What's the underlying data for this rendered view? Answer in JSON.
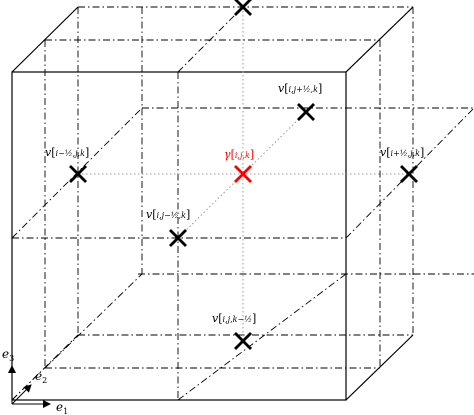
{
  "colors": {
    "ink": "#000000",
    "highlight": "#ff0000",
    "dotted_gray": "#9a9a9a"
  },
  "axes": {
    "e1": {
      "symbol": "e",
      "index": "1"
    },
    "e2": {
      "symbol": "e",
      "index": "2"
    },
    "e3": {
      "symbol": "e",
      "index": "3"
    }
  },
  "labels": {
    "v_top": {
      "base": "v",
      "open": "[",
      "content": "i,j+½,k",
      "close": "]"
    },
    "v_left": {
      "base": "v",
      "open": "[",
      "content": "i−½,j,k",
      "close": "]"
    },
    "v_right": {
      "base": "v",
      "open": "[",
      "content": "i+½,j,k",
      "close": "]"
    },
    "v_front": {
      "base": "v",
      "open": "[",
      "content": "i,j−½,k",
      "close": "]"
    },
    "v_bottom": {
      "base": "v",
      "open": "[",
      "content": "i,j,k−½",
      "close": "]"
    },
    "gamma": {
      "base": "γ",
      "open": "[",
      "content": "i,j,k",
      "close": "]"
    }
  },
  "icons": {
    "vertex_marker": "cross-icon",
    "center_marker": "cross-icon"
  }
}
